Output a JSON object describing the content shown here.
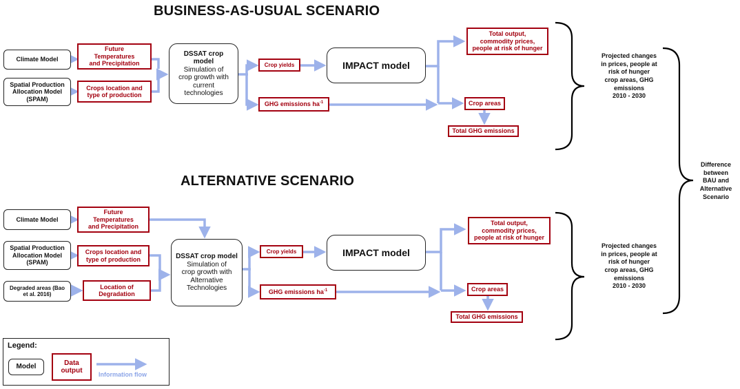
{
  "bau": {
    "title": "BUSINESS-AS-USUAL SCENARIO",
    "climate_model": "Climate Model",
    "spam_model": [
      "Spatial Production",
      "Allocation Model",
      "(SPAM)"
    ],
    "future_temp": [
      "Future",
      "Temperatures",
      "and Precipitation"
    ],
    "crops_location": [
      "Crops location and",
      "type of production"
    ],
    "dssat": {
      "title": [
        "DSSAT crop",
        "model"
      ],
      "body": [
        "Simulation of",
        "crop growth with",
        "current",
        "technologies"
      ]
    },
    "crop_yields": "Crop yields",
    "ghg_emissions": "GHG emissions ha",
    "ghg_sup": "-1",
    "impact": "IMPACT model",
    "total_output": [
      "Total output,",
      "commodity prices,",
      "people at risk of hunger"
    ],
    "crop_areas": "Crop areas",
    "total_ghg": "Total GHG emissions",
    "projected": [
      "Projected changes",
      "in prices, people at",
      "risk of hunger",
      "crop areas, GHG",
      "emissions",
      "2010 - 2030"
    ]
  },
  "alt": {
    "title": "ALTERNATIVE SCENARIO",
    "climate_model": "Climate Model",
    "spam_model": [
      "Spatial Production",
      "Allocation Model",
      "(SPAM)"
    ],
    "degraded_areas": [
      "Degraded areas (Bao",
      "et al. 2016)"
    ],
    "future_temp": [
      "Future",
      "Temperatures",
      "and Precipitation"
    ],
    "crops_location": [
      "Crops location and",
      "type of production"
    ],
    "location_degradation": [
      "Location of",
      "Degradation"
    ],
    "dssat": {
      "title": [
        "DSSAT crop model"
      ],
      "body": [
        "Simulation of",
        "crop growth with",
        "Alternative",
        "Technologies"
      ]
    },
    "crop_yields": "Crop yields",
    "ghg_emissions": "GHG emissions ha",
    "ghg_sup": "-1",
    "impact": "IMPACT model",
    "total_output": [
      "Total output,",
      "commodity prices,",
      "people at risk of hunger"
    ],
    "crop_areas": "Crop areas",
    "total_ghg": "Total GHG emissions",
    "projected": [
      "Projected changes",
      "in prices, people at",
      "risk of hunger",
      "crop areas, GHG",
      "emissions",
      "2010 - 2030"
    ]
  },
  "difference": [
    "Difference",
    "between",
    "BAU and",
    "Alternative",
    "Scenario"
  ],
  "legend": {
    "title": "Legend:",
    "model": "Model",
    "data_output": [
      "Data",
      "output"
    ],
    "information_flow": "Information flow"
  },
  "colors": {
    "arrow": "#9db2ea",
    "data_border": "#a3000f",
    "model_border": "#222222"
  }
}
